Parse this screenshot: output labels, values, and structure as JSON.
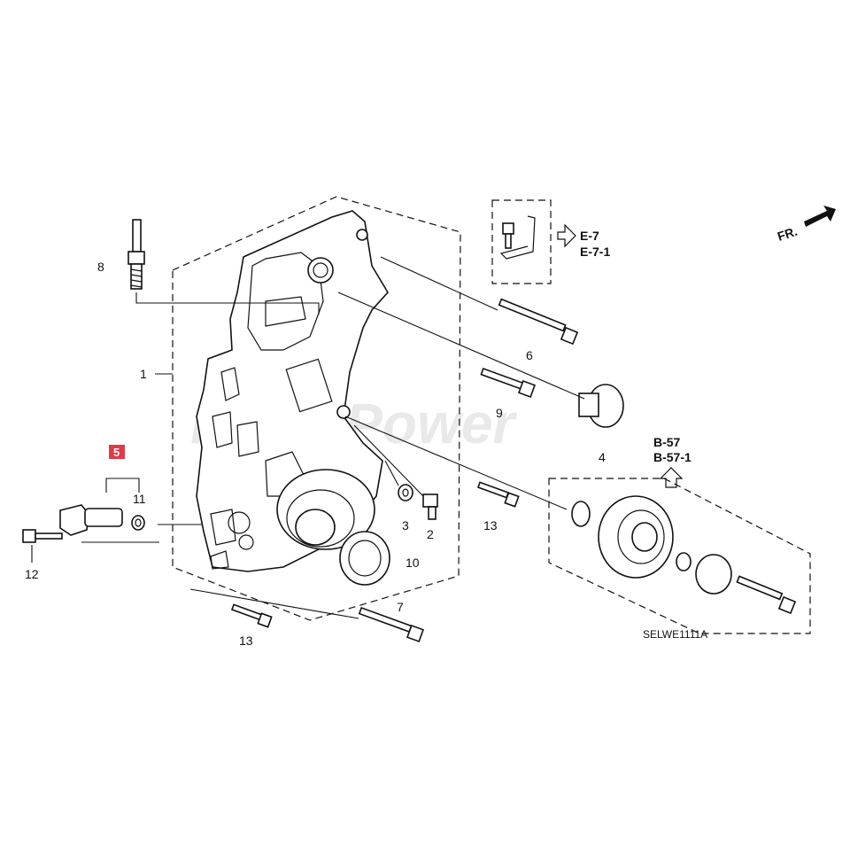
{
  "watermark": "Rolls Power",
  "diagram_code": "SELWE1111A",
  "front_indicator": "FR.",
  "callouts": {
    "c1": "1",
    "c2": "2",
    "c3": "3",
    "c4": "4",
    "c5": "5",
    "c6": "6",
    "c7": "7",
    "c8": "8",
    "c9": "9",
    "c10": "10",
    "c11": "11",
    "c12": "12",
    "c13a": "13",
    "c13b": "13"
  },
  "highlighted_callout": "5",
  "references": {
    "e_top": "E-7",
    "e_bottom": "E-7-1",
    "b_top": "B-57",
    "b_bottom": "B-57-1"
  },
  "colors": {
    "highlight": "#e03a48",
    "line": "#111111",
    "watermark": "#e9e9e9"
  }
}
